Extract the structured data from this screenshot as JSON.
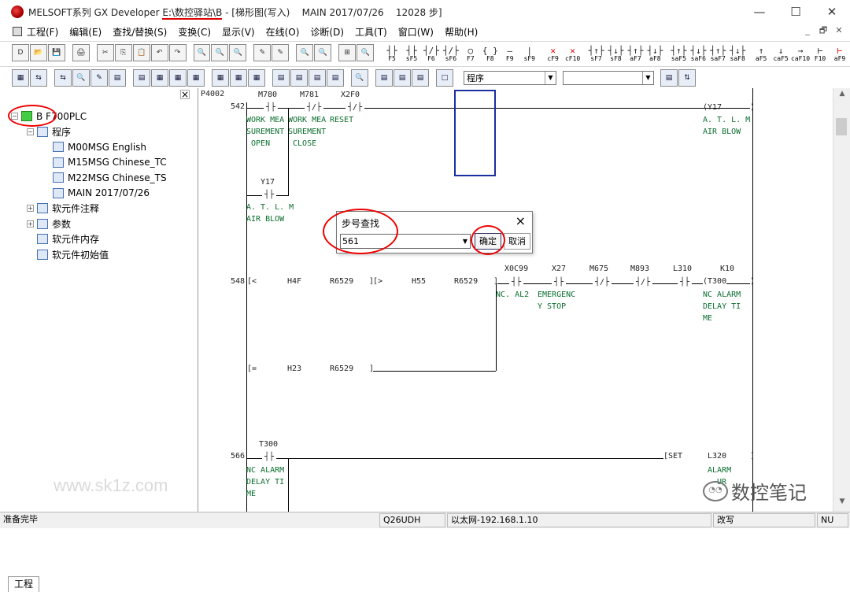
{
  "titlebar": {
    "prefix": "MELSOFT系列 GX Developer ",
    "path": "E:\\数控驿站\\B",
    "suffix": " - [梯形图(写入)    MAIN 2017/07/26    12028 步]",
    "minimize": "—",
    "maximize": "☐",
    "close": "✕"
  },
  "menu": [
    "工程(F)",
    "编辑(E)",
    "查找/替换(S)",
    "变换(C)",
    "显示(V)",
    "在线(O)",
    "诊断(D)",
    "工具(T)",
    "窗口(W)",
    "帮助(H)"
  ],
  "mdi": [
    "_",
    "🗗",
    "✕"
  ],
  "toolbar1_left": [
    "D",
    "📂",
    "💾",
    "🖨",
    "✂",
    "⎘",
    "📋",
    "↶",
    "↷",
    "🔍",
    "🔍",
    "🔍",
    "✎",
    "✎",
    "🔍",
    "🔍",
    "⊞",
    "🔍"
  ],
  "fkeys": [
    {
      "sym": "┤├",
      "lbl": "F5",
      "red": false
    },
    {
      "sym": "┤├",
      "lbl": "sF5",
      "red": false
    },
    {
      "sym": "┤/├",
      "lbl": "F6",
      "red": false
    },
    {
      "sym": "┤/├",
      "lbl": "sF6",
      "red": false
    },
    {
      "sym": "○",
      "lbl": "F7",
      "red": false
    },
    {
      "sym": "{ }",
      "lbl": "F8",
      "red": false
    },
    {
      "sym": "—",
      "lbl": "F9",
      "red": false
    },
    {
      "sym": "|",
      "lbl": "sF9",
      "red": false
    },
    {
      "sym": "✕",
      "lbl": "cF9",
      "red": true
    },
    {
      "sym": "✕",
      "lbl": "cF10",
      "red": true
    },
    {
      "sym": "┤↑├",
      "lbl": "sF7",
      "red": false
    },
    {
      "sym": "┤↓├",
      "lbl": "sF8",
      "red": false
    },
    {
      "sym": "┤↑├",
      "lbl": "aF7",
      "red": false
    },
    {
      "sym": "┤↓├",
      "lbl": "aF8",
      "red": false
    },
    {
      "sym": "┤↑├",
      "lbl": "saF5",
      "red": false
    },
    {
      "sym": "┤↓├",
      "lbl": "saF6",
      "red": false
    },
    {
      "sym": "┤↑├",
      "lbl": "saF7",
      "red": false
    },
    {
      "sym": "┤↓├",
      "lbl": "saF8",
      "red": false
    },
    {
      "sym": "↑",
      "lbl": "aF5",
      "red": false
    },
    {
      "sym": "↓",
      "lbl": "caF5",
      "red": false
    },
    {
      "sym": "→",
      "lbl": "caF10",
      "red": false
    },
    {
      "sym": "⊢",
      "lbl": "F10",
      "red": false
    },
    {
      "sym": "⊢",
      "lbl": "aF9",
      "red": true
    }
  ],
  "toolbar2_icons": [
    "▦",
    "⇆",
    "⇆",
    "🔍",
    "✎",
    "▤",
    "▤",
    "▦",
    "▦",
    "▦",
    "▦",
    "▦",
    "▦",
    "▤",
    "▤",
    "▤",
    "▤",
    "🔍",
    "▤",
    "▤",
    "▤",
    "□"
  ],
  "toolbar2_select1": "程序",
  "toolbar2_select2": "",
  "tree": [
    {
      "level": 0,
      "exp": "−",
      "label": "B  F700PLC",
      "icon": "PLC",
      "green": true
    },
    {
      "level": 1,
      "exp": "−",
      "label": "程序",
      "icon": "PRG",
      "green": false
    },
    {
      "level": 2,
      "exp": "",
      "label": "M00MSG English",
      "icon": "PRG",
      "green": false
    },
    {
      "level": 2,
      "exp": "",
      "label": "M15MSG Chinese_TC",
      "icon": "PRG",
      "green": false
    },
    {
      "level": 2,
      "exp": "",
      "label": "M22MSG Chinese_TS",
      "icon": "PRG",
      "green": false
    },
    {
      "level": 2,
      "exp": "",
      "label": "MAIN 2017/07/26",
      "icon": "PRG",
      "green": false
    },
    {
      "level": 1,
      "exp": "+",
      "label": "软元件注释",
      "icon": "CMT",
      "green": false
    },
    {
      "level": 1,
      "exp": "+",
      "label": "参数",
      "icon": "PAR",
      "green": false
    },
    {
      "level": 1,
      "exp": "",
      "label": "软元件内存",
      "icon": "MEM",
      "green": false
    },
    {
      "level": 1,
      "exp": "",
      "label": "软元件初始值",
      "icon": "INI",
      "green": false
    }
  ],
  "left_tab": "工程",
  "watermark_left": "www.sk1z.com",
  "ladder": {
    "program": "P4002",
    "step_542": "542",
    "step_548": "548",
    "step_566": "566",
    "m780": "M780",
    "m781": "M781",
    "x2f0": "X2F0",
    "y17_coil": "(Y17",
    "y17_comment": "A. T. L. M\nAIR BLOW",
    "m780_comment": "WORK MEA\nSUREMENT\n OPEN",
    "m781_comment": "WORK MEA\nSUREMENT\n CLOSE",
    "x2f0_comment": "RESET",
    "y17_contact": "Y17",
    "y17_contact_comment": "A. T. L. M\nAIR BLOW",
    "cmp1_op": "[<",
    "cmp1_a": "H4F",
    "cmp1_b": "R6529",
    "cmp1_close": "]",
    "cmp2_op": "[>",
    "cmp2_a": "H55",
    "cmp2_b": "R6529",
    "x0c99": "X0C99",
    "x0c99_comment": "NC. AL2",
    "x27": "X27",
    "x27_comment": "EMERGENC\nY STOP",
    "m675": "M675",
    "m893": "M893",
    "l310": "L310",
    "k10": "K10",
    "t300_coil": "(T300",
    "t300_coil_comment": "NC ALARM\nDELAY TI\nME",
    "cmp3_op": "[=",
    "cmp3_a": "H23",
    "cmp3_b": "R6529",
    "t300_contact": "T300",
    "t300_contact_comment": "NC ALARM\nDELAY TI\nME",
    "set": "[SET",
    "l320": "L320",
    "l320_comment": "ALARM\n  UR"
  },
  "dialog": {
    "title": "步号查找",
    "value": "561",
    "ok": "确定",
    "cancel": "取消"
  },
  "watermark_right": "数控笔记",
  "status": {
    "ready": "准备完毕",
    "cpu": "Q26UDH",
    "conn": "以太网-192.168.1.10",
    "mode": "改写",
    "num": "NU"
  },
  "colors": {
    "comment": "#0b6e2e",
    "highlight": "#e00000",
    "cursor": "#1a2fa0"
  }
}
